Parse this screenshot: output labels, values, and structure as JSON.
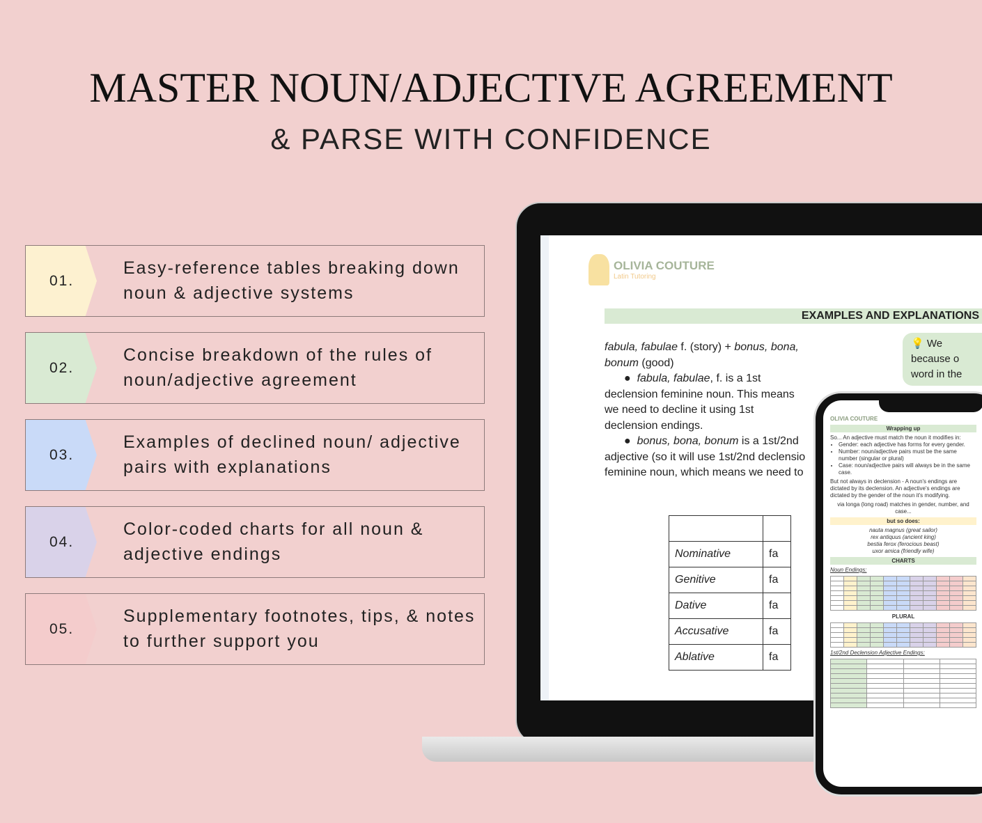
{
  "header": {
    "title": "MASTER NOUN/ADJECTIVE AGREEMENT",
    "subtitle": "& PARSE WITH CONFIDENCE"
  },
  "features": [
    {
      "num": "01.",
      "text": "Easy-reference tables breaking down noun & adjective systems",
      "color": "#fdf1d0"
    },
    {
      "num": "02.",
      "text": "Concise breakdown of the rules of noun/adjective agreement",
      "color": "#d9ead3"
    },
    {
      "num": "03.",
      "text": "Examples of declined noun/ adjective pairs with explanations",
      "color": "#c9daf8"
    },
    {
      "num": "04.",
      "text": "Color-coded charts for all noun & adjective endings",
      "color": "#d9d2e9"
    },
    {
      "num": "05.",
      "text": "Supplementary footnotes, tips, & notes to further support you",
      "color": "#f4cccc"
    }
  ],
  "laptop": {
    "logo_name": "OLIVIA COUTURE",
    "logo_tagline": "Latin Tutoring",
    "section": "EXAMPLES AND EXPLANATIONS",
    "line1_it1": "fabula, fabulae",
    "line1_t1": " f. (story) + ",
    "line1_it2": "bonus, bona, bonum",
    "line1_t2": " (good)",
    "b1_it": "fabula, fabulae",
    "b1_t": ", f. is a 1st declension feminine noun. This means we need to decline it using 1st declension endings.",
    "b2_it": "bonus, bona, bonum",
    "b2_t": " is a 1st/2nd adjective (so it will use 1st/2nd declensio feminine noun, which means we need to",
    "bubble": "💡 We because o word in the",
    "cases": [
      "Nominative",
      "Genitive",
      "Dative",
      "Accusative",
      "Ablative"
    ],
    "case_prefix": "fa"
  },
  "phone": {
    "logo": "OLIVIA COUTURE",
    "wrap": "Wrapping up",
    "intro": "So... An adjective must match the noun it modifies in:",
    "rules": [
      "Gender: each adjective has forms for every gender.",
      "Number: noun/adjective pairs must be the same number (singular or plural)",
      "Case: noun/adjective pairs will always be in the same case."
    ],
    "decl": "But not always in declension - A noun's endings are dictated by its declension. An adjective's endings are dictated by the gender of the noun it's modifying.",
    "via": "via longa (long road) matches in gender, number, and case...",
    "but": "but so does:",
    "examples": [
      "nauta magnus (great sailor)",
      "rex antiquus (ancient king)",
      "bestia ferox (ferocious beast)",
      "uxor amica (friendly wife)"
    ],
    "charts": "CHARTS",
    "noun_endings": "Noun Endings:",
    "adj_endings": "1st/2nd Declension Adjective Endings:",
    "plural": "PLURAL"
  }
}
